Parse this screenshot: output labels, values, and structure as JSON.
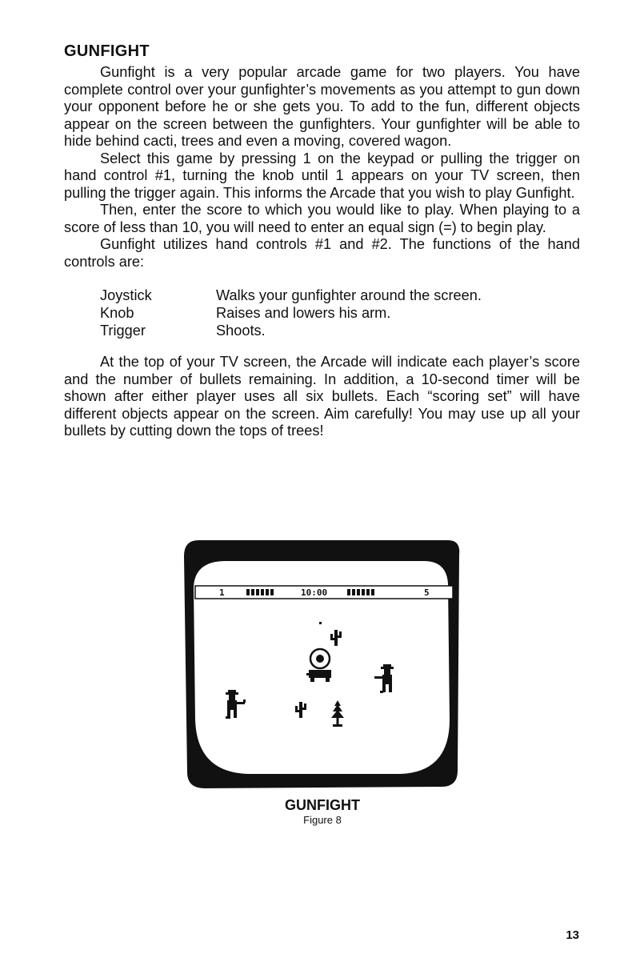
{
  "heading": "GUNFIGHT",
  "paragraphs": [
    "Gunfight is a very popular arcade game for two players. You have complete control over your gunfighter’s movements as you attempt to gun down your opponent before he or she gets you. To add to the fun, different objects appear on the screen between the gunfighters. Your gunfighter will be able to hide behind cacti, trees and even a moving, covered wagon.",
    "Select this game by pressing 1 on the keypad or pulling the trigger on hand control #1, turning the knob until 1 appears on your TV screen, then pulling the trigger again. This informs the Arcade that you wish to play Gunfight.",
    "Then, enter the score to which you would like to play. When playing to a score of less than 10, you will need to enter an equal sign (=) to begin play.",
    "Gunfight utilizes hand controls #1 and #2. The functions of the hand controls are:"
  ],
  "controls": [
    {
      "key": "Joystick",
      "function": "Walks your gunfighter around the screen."
    },
    {
      "key": "Knob",
      "function": "Raises and lowers his arm."
    },
    {
      "key": "Trigger",
      "function": "Shoots."
    }
  ],
  "paragraph_after": "At the top of your TV screen, the Arcade will indicate each player’s score and the number of bullets remaining. In addition, a 10-second timer will be shown after either player uses all six bullets. Each “scoring set” will have different objects appear on the screen. Aim carefully! You may use up all your bullets by cutting down the tops of trees!",
  "figure": {
    "hud": {
      "left_score": "1",
      "left_bullets": 6,
      "timer": "10:00",
      "right_bullets": 6,
      "right_score": "5"
    },
    "title": "GUNFIGHT",
    "subtitle": "Figure 8"
  },
  "page_number": "13",
  "colors": {
    "ink": "#111111",
    "paper": "#ffffff"
  }
}
